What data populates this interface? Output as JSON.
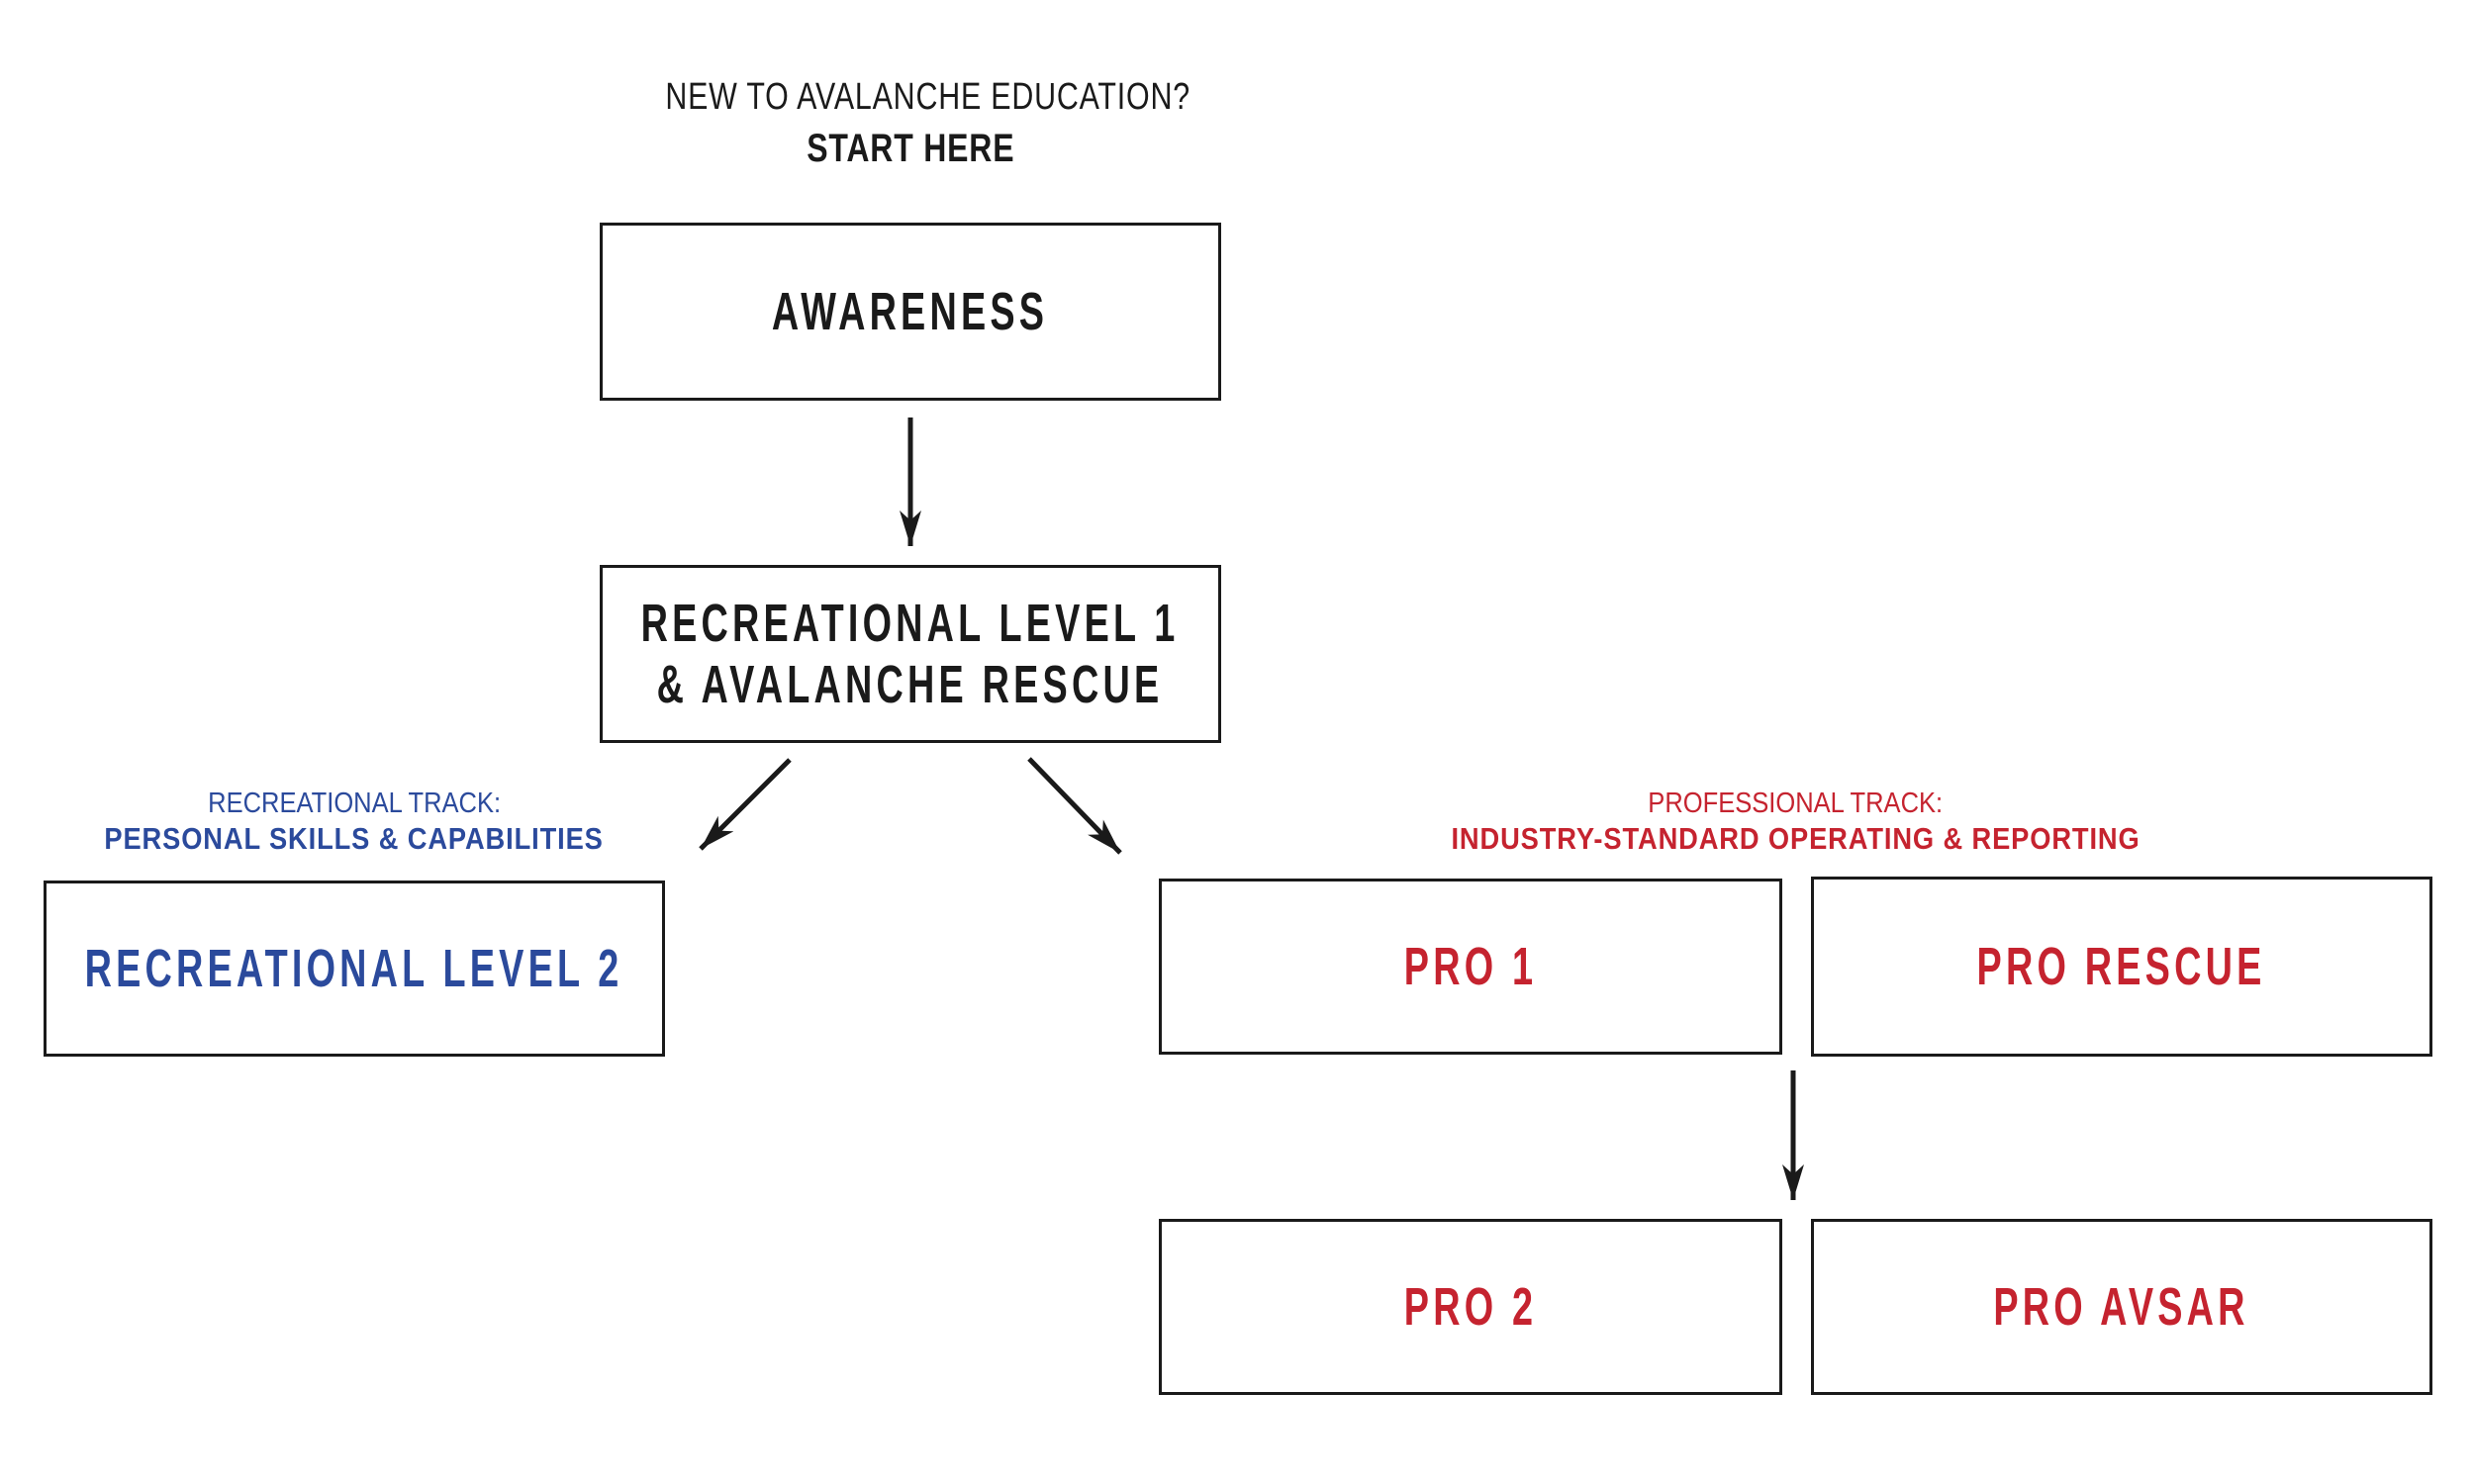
{
  "header": {
    "question": "NEW TO AVALANCHE EDUCATION?",
    "start": "START HERE"
  },
  "tracks": {
    "recreational": {
      "title": "RECREATIONAL TRACK:",
      "subtitle": "PERSONAL SKILLS & CAPABILITIES"
    },
    "professional": {
      "title": "PROFESSIONAL TRACK:",
      "subtitle": "INDUSTRY-STANDARD OPERATING & REPORTING"
    }
  },
  "nodes": {
    "awareness": {
      "label": "AWARENESS"
    },
    "rec_level_1": {
      "line1": "RECREATIONAL LEVEL 1",
      "line2": "& AVALANCHE RESCUE"
    },
    "rec_level_2": {
      "label": "RECREATIONAL LEVEL 2"
    },
    "pro_1": {
      "label": "PRO 1"
    },
    "pro_rescue": {
      "label": "PRO RESCUE"
    },
    "pro_2": {
      "label": "PRO 2"
    },
    "pro_avsar": {
      "label": "PRO AVSAR"
    }
  },
  "colors": {
    "ink": "#1a1a1a",
    "recreational_blue": "#2b4a9c",
    "professional_red": "#c5232f",
    "background": "#ffffff"
  }
}
